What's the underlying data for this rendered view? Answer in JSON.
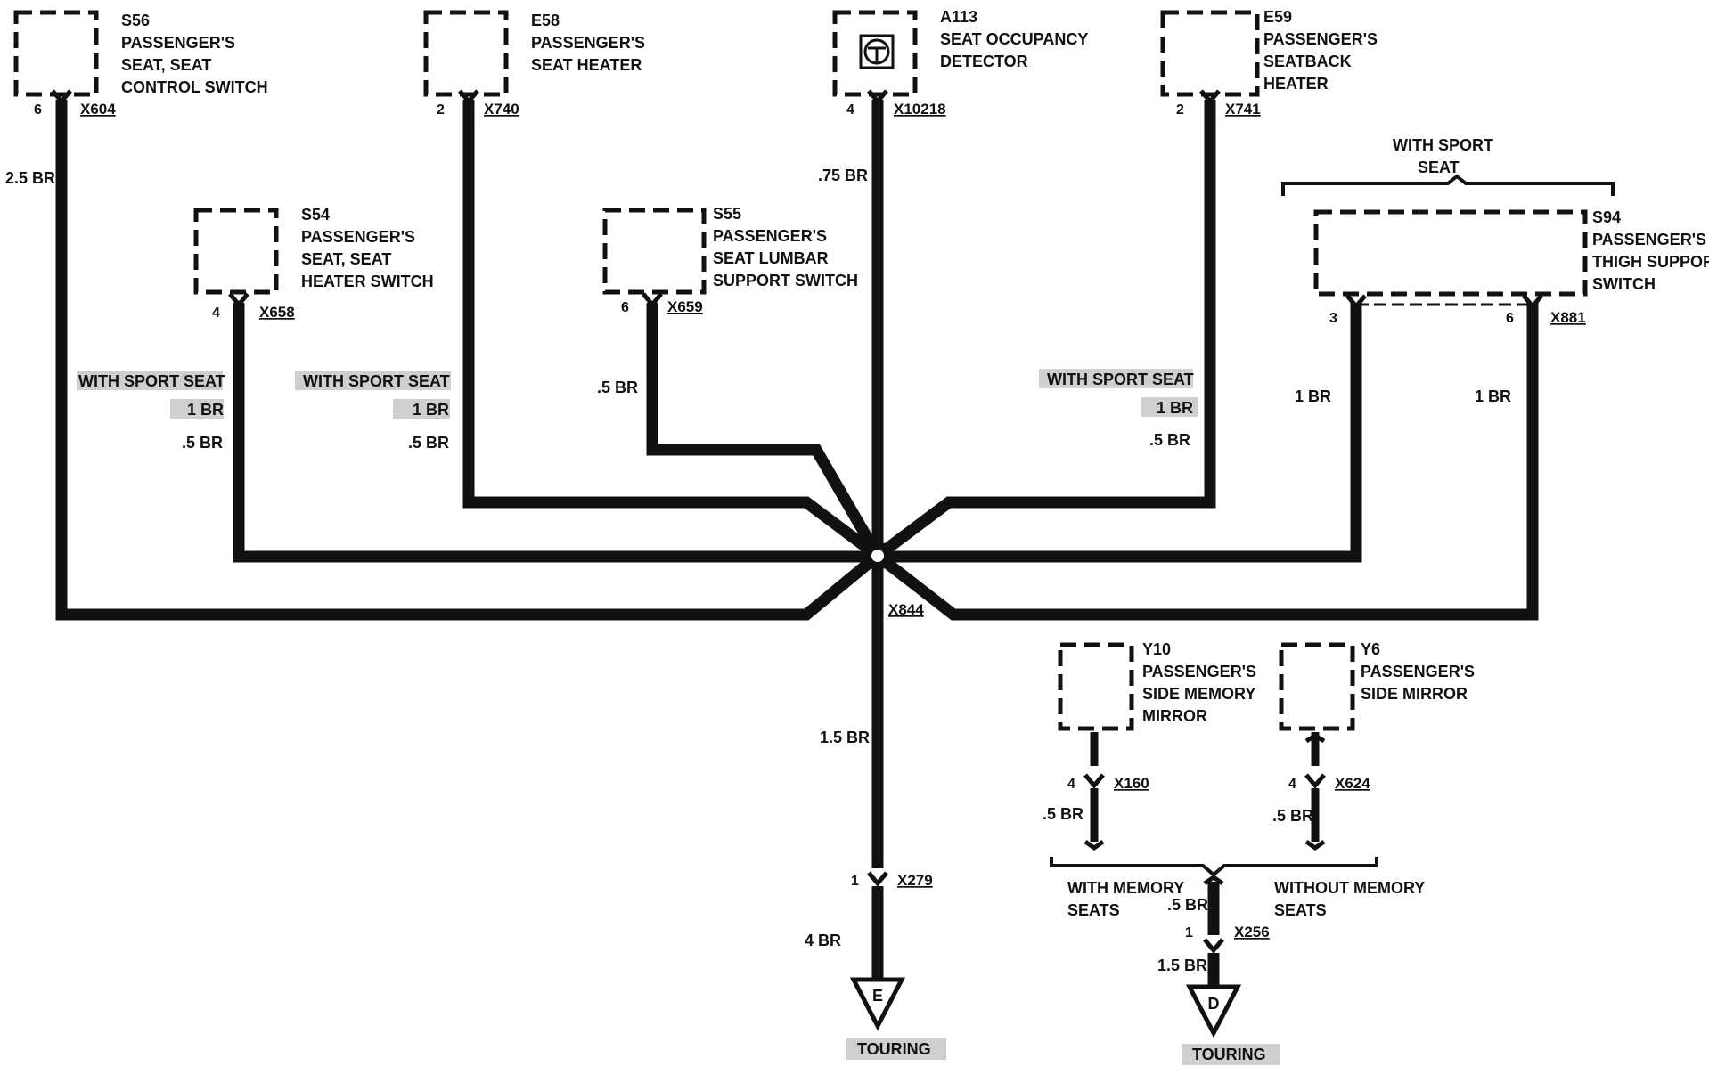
{
  "components": [
    {
      "id": "S56",
      "lines": [
        "PASSENGER'S",
        "SEAT, SEAT",
        "CONTROL SWITCH"
      ],
      "pin": "6",
      "connector": "X604",
      "wire": "2.5 BR"
    },
    {
      "id": "E58",
      "lines": [
        "PASSENGER'S",
        "SEAT HEATER"
      ],
      "pin": "2",
      "connector": "X740",
      "wire": ".5 BR"
    },
    {
      "id": "A113",
      "lines": [
        "SEAT OCCUPANCY",
        "DETECTOR"
      ],
      "pin": "4",
      "connector": "X10218",
      "wire": ".75 BR"
    },
    {
      "id": "E59",
      "lines": [
        "PASSENGER'S",
        "SEATBACK",
        "HEATER"
      ],
      "pin": "2",
      "connector": "X741",
      "wire": ".5 BR"
    },
    {
      "id": "S54",
      "lines": [
        "PASSENGER'S",
        "SEAT, SEAT",
        "HEATER SWITCH"
      ],
      "pin": "4",
      "connector": "X658",
      "wire": ".5 BR"
    },
    {
      "id": "S55",
      "lines": [
        "PASSENGER'S",
        "SEAT LUMBAR",
        "SUPPORT SWITCH"
      ],
      "pin": "6",
      "connector": "X659",
      "wire": ".5 BR"
    },
    {
      "id": "S94",
      "lines": [
        "PASSENGER'S",
        "THIGH SUPPORT",
        "SWITCH"
      ],
      "pin_a": "3",
      "pin_b": "6",
      "connector": "X881",
      "wire_a": "1 BR",
      "wire_b": "1 BR"
    },
    {
      "id": "Y10",
      "lines": [
        "PASSENGER'S",
        "SIDE MEMORY",
        "MIRROR"
      ],
      "pin": "4",
      "connector": "X160",
      "wire": ".5 BR"
    },
    {
      "id": "Y6",
      "lines": [
        "PASSENGER'S",
        "SIDE MIRROR"
      ],
      "pin": "4",
      "connector": "X624",
      "wire": ".5 BR"
    }
  ],
  "sport_seat": {
    "bracket": [
      "WITH SPORT",
      "SEAT"
    ],
    "note": "WITH SPORT SEAT",
    "wire_size": "1 BR"
  },
  "splice": {
    "connector": "X844",
    "wire": "1.5 BR"
  },
  "ground_e": {
    "pin": "1",
    "connector": "X279",
    "wire": "4 BR",
    "symbol": "E",
    "label": "TOURING"
  },
  "ground_d": {
    "pin": "1",
    "connector": "X256",
    "wire_top": ".5 BR",
    "wire_bottom": "1.5 BR",
    "symbol": "D",
    "label": "TOURING"
  },
  "memory": {
    "with": [
      "WITH MEMORY",
      "SEATS"
    ],
    "without": [
      "WITHOUT MEMORY",
      "SEATS"
    ]
  },
  "colors": {
    "ink": "#111111",
    "shade": "#cfcfcf",
    "background": "#ffffff"
  }
}
